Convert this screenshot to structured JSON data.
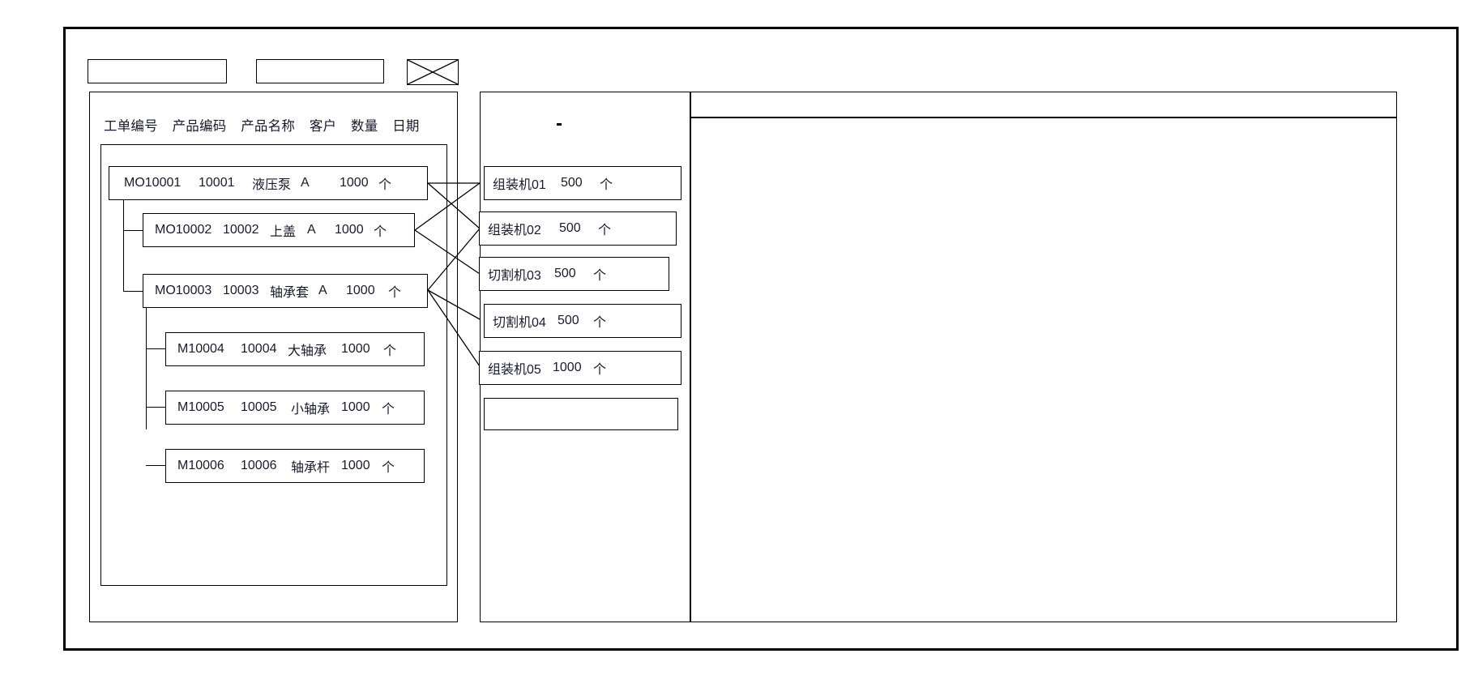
{
  "window": {
    "title": ""
  },
  "toolbar": {
    "field_1_value": "",
    "field_1_placeholder": "",
    "field_2_value": "",
    "field_2_placeholder": "",
    "image_placeholder_icon": "crossed-box-image-placeholder-icon"
  },
  "left_panel": {
    "columns": [
      "工单编号",
      "产品编码",
      "产品名称",
      "客户",
      "数量",
      "日期"
    ],
    "rows": [
      {
        "level": 0,
        "order_no": "MO10001",
        "product_code": "10001",
        "product_name": "液压泵",
        "customer": "A",
        "quantity": "1000",
        "unit": "个"
      },
      {
        "level": 1,
        "order_no": "MO10002",
        "product_code": "10002",
        "product_name": "上盖",
        "customer": "A",
        "quantity": "1000",
        "unit": "个"
      },
      {
        "level": 1,
        "order_no": "MO10003",
        "product_code": "10003",
        "product_name": "轴承套",
        "customer": "A",
        "quantity": "1000",
        "unit": "个"
      },
      {
        "level": 2,
        "order_no": "M10004",
        "product_code": "10004",
        "product_name": "大轴承",
        "customer": "",
        "quantity": "1000",
        "unit": "个"
      },
      {
        "level": 2,
        "order_no": "M10005",
        "product_code": "10005",
        "product_name": "小轴承",
        "customer": "",
        "quantity": "1000",
        "unit": "个"
      },
      {
        "level": 2,
        "order_no": "M10006",
        "product_code": "10006",
        "product_name": "轴承杆",
        "customer": "",
        "quantity": "1000",
        "unit": "个"
      }
    ]
  },
  "middle_panel": {
    "marker": "-",
    "cards": [
      {
        "machine": "组装机01",
        "quantity": "500",
        "unit": "个"
      },
      {
        "machine": "组装机02",
        "quantity": "500",
        "unit": "个"
      },
      {
        "machine": "切割机03",
        "quantity": "500",
        "unit": "个"
      },
      {
        "machine": "切割机04",
        "quantity": "500",
        "unit": "个"
      },
      {
        "machine": "组装机05",
        "quantity": "1000",
        "unit": "个"
      },
      {
        "machine": "",
        "quantity": "",
        "unit": ""
      }
    ]
  },
  "right_panel": {
    "header_text": "",
    "content_text": ""
  },
  "colors": {
    "stroke": "#000000",
    "text": "#1a1a2e",
    "background": "#ffffff"
  }
}
